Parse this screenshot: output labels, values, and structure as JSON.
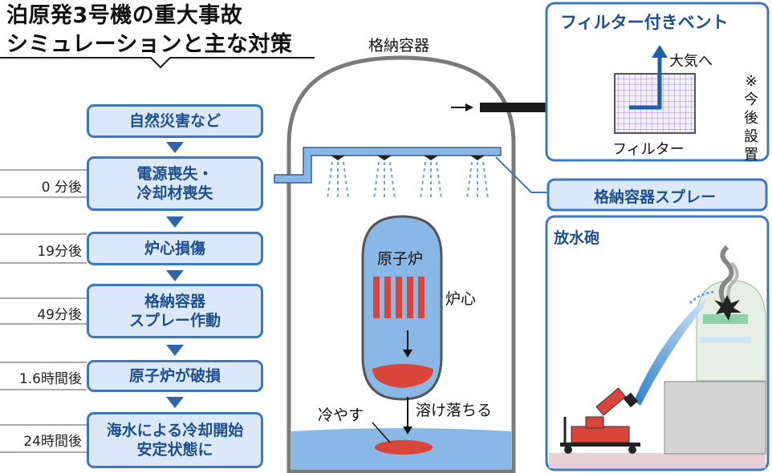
{
  "title": {
    "line1": "泊原発3号機の重大事故",
    "line2": "シミュレーションと主な対策"
  },
  "steps": [
    {
      "line1": "自然災害など",
      "line2": "",
      "time": ""
    },
    {
      "line1": "電源喪失・",
      "line2": "冷却材喪失",
      "time": "0 分後"
    },
    {
      "line1": "炉心損傷",
      "line2": "",
      "time": "19分後"
    },
    {
      "line1": "格納容器",
      "line2": "スプレー作動",
      "time": "49分後"
    },
    {
      "line1": "原子炉が破損",
      "line2": "",
      "time": "1.6時間後"
    },
    {
      "line1": "海水による冷却開始",
      "line2": "安定状態に",
      "time": "24時間後"
    }
  ],
  "vessel": {
    "container_label": "格納容器",
    "reactor_label": "原子炉",
    "core_label": "炉心",
    "melt_label": "溶け落ちる",
    "cool_label": "冷やす"
  },
  "filter_vent": {
    "title": "フィルター付きベント",
    "air_label": "大気へ",
    "filter_label": "フィルター",
    "note": "※今後設置"
  },
  "spray_label": "格納容器スプレー",
  "water_cannon_label": "放水砲",
  "colors": {
    "accent_blue": "#1d4e8f",
    "box_fill": "#dbe8f7",
    "core_red": "#d9443b",
    "water_blue": "#8ab8e6"
  }
}
